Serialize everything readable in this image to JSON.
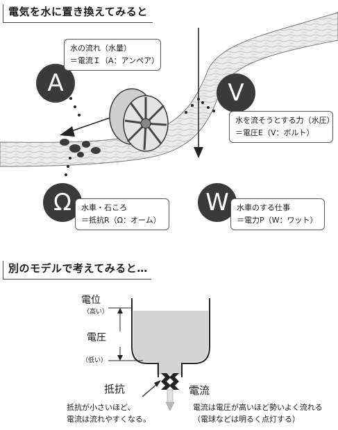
{
  "section1": {
    "title": "電気を水に置き換えてみると"
  },
  "section2": {
    "title": "別のモデルで考えてみると…"
  },
  "symbols": {
    "A": "A",
    "V": "V",
    "ohm": "Ω",
    "W": "W"
  },
  "callouts": {
    "current": {
      "line1": "水の流れ（水量）",
      "line2": "＝電流Ｉ（A：アンペア）"
    },
    "voltage": {
      "line1": "水を流そうとする力（水圧）",
      "line2": "＝電圧E（V：ボルト）"
    },
    "resistance": {
      "line1": "水車・石ころ",
      "line2": "＝抵抗R（Ω：オーム）"
    },
    "power": {
      "line1": "水車のする仕事",
      "line2": "＝電力P（W：ワット）"
    }
  },
  "tank": {
    "potential": "電位",
    "high": "（高い）",
    "voltage": "電圧",
    "low": "（低い）",
    "resistance": "抵抗",
    "current": "電流",
    "resistance_note_1": "抵抗が小さいほど、",
    "resistance_note_2": "電流は流れやすくなる。",
    "current_note_1": "電流は電圧が高いほど勢いよく流れる",
    "current_note_2": "（電球などは明るく点灯する）"
  }
}
